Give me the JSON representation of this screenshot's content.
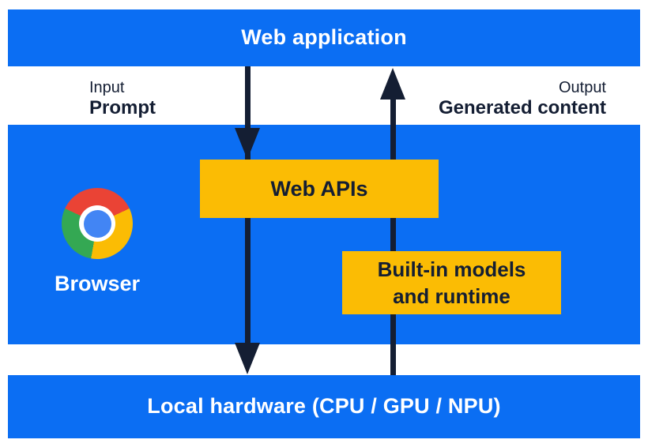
{
  "colors": {
    "band_blue": "#0b6ef3",
    "box_amber": "#fbbc04",
    "ink_navy": "#141e33",
    "text_white": "#ffffff",
    "chrome_red": "#ea4335",
    "chrome_yellow": "#fbbc04",
    "chrome_green": "#34a853",
    "chrome_blue": "#4285f4",
    "chrome_ring_white": "#ffffff"
  },
  "top_bar": {
    "label": "Web application"
  },
  "io_labels": {
    "input_caption": "Input",
    "input_value": "Prompt",
    "output_caption": "Output",
    "output_value": "Generated content"
  },
  "browser_band": {
    "browser_label": "Browser",
    "logo_icon": "chrome-logo",
    "web_apis_label": "Web APIs",
    "builtin_models_line1": "Built-in models",
    "builtin_models_line2": "and runtime"
  },
  "arrows": {
    "down_arrow": "prompt-flow-down",
    "up_arrow": "generated-content-flow-up"
  },
  "bottom_bar": {
    "label": "Local hardware (CPU / GPU / NPU)"
  }
}
